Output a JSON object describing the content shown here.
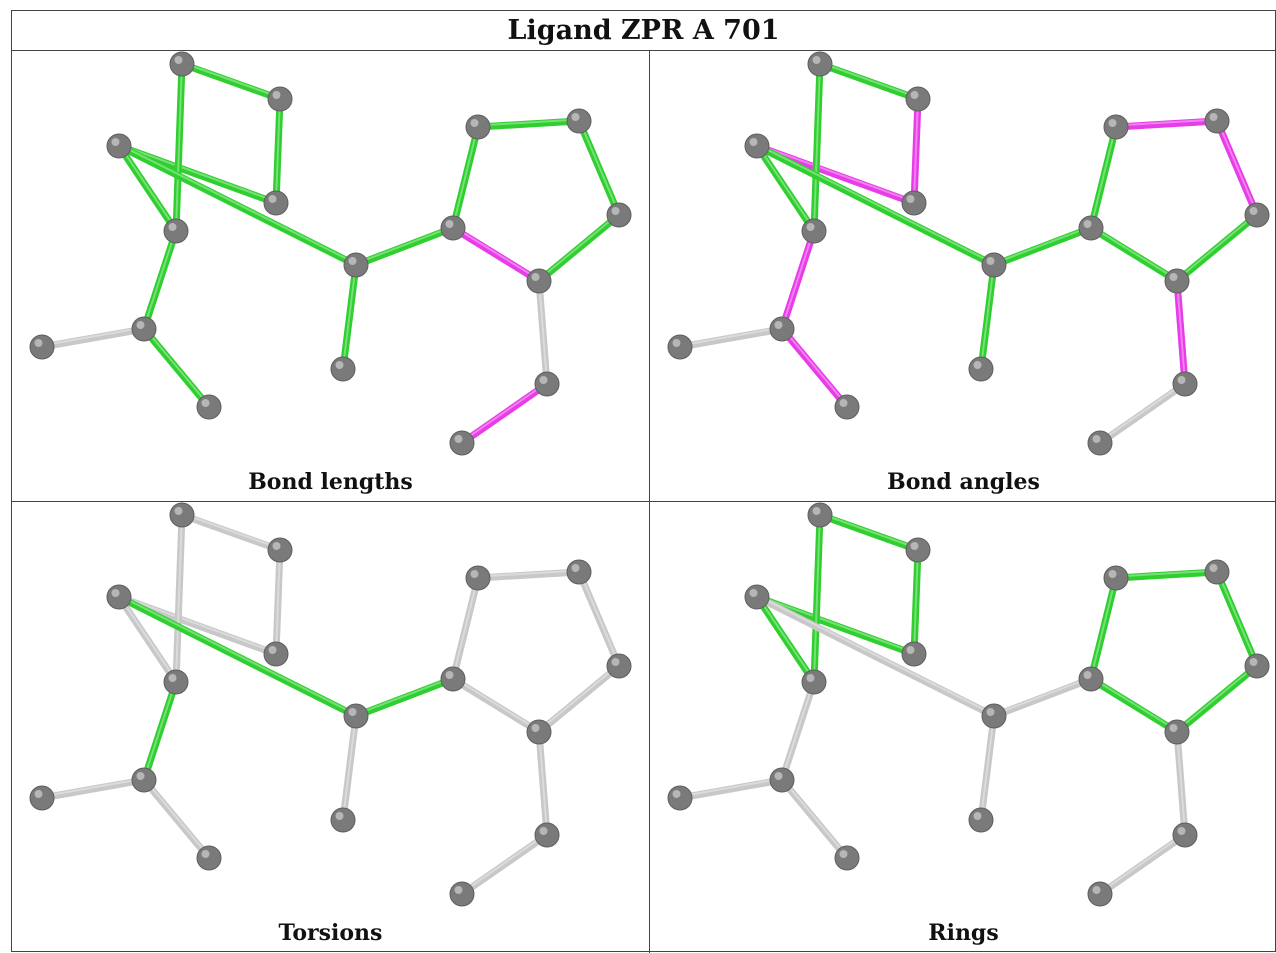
{
  "title": "Ligand ZPR A 701",
  "colors": {
    "ok": "#2fcf2f",
    "outlier": "#e83ce8",
    "neutral": "#c8c8c8",
    "atom": "#7a7a7a"
  },
  "atoms": [
    "a1",
    "a2",
    "a3",
    "a4",
    "a5",
    "a6",
    "a7",
    "a8",
    "a9",
    "a10",
    "a11",
    "a12",
    "a13",
    "a14",
    "a15",
    "a16",
    "a17"
  ],
  "bonds": [
    [
      "a1",
      "a2"
    ],
    [
      "a2",
      "a3"
    ],
    [
      "a3",
      "a5"
    ],
    [
      "a5",
      "a4"
    ],
    [
      "a4",
      "a1"
    ],
    [
      "a4",
      "a6"
    ],
    [
      "a6",
      "a7"
    ],
    [
      "a6",
      "a8"
    ],
    [
      "a5",
      "a9"
    ],
    [
      "a9",
      "a10"
    ],
    [
      "a9",
      "a11"
    ],
    [
      "a11",
      "a12"
    ],
    [
      "a12",
      "a13"
    ],
    [
      "a13",
      "a14"
    ],
    [
      "a14",
      "a15"
    ],
    [
      "a15",
      "a11"
    ],
    [
      "a15",
      "a16"
    ],
    [
      "a16",
      "a17"
    ]
  ],
  "panels": [
    {
      "caption": "Bond lengths",
      "bond_colors": [
        "ok",
        "ok",
        "ok",
        "ok",
        "ok",
        "ok",
        "neutral",
        "ok",
        "ok",
        "ok",
        "ok",
        "ok",
        "ok",
        "ok",
        "ok",
        "outlier",
        "neutral",
        "outlier"
      ]
    },
    {
      "caption": "Bond angles",
      "bond_colors": [
        "ok",
        "outlier",
        "outlier",
        "ok",
        "ok",
        "outlier",
        "neutral",
        "outlier",
        "ok",
        "ok",
        "ok",
        "ok",
        "outlier",
        "outlier",
        "ok",
        "ok",
        "outlier",
        "neutral"
      ]
    },
    {
      "caption": "Torsions",
      "bond_colors": [
        "neutral",
        "neutral",
        "neutral",
        "neutral",
        "neutral",
        "ok",
        "neutral",
        "neutral",
        "ok",
        "neutral",
        "ok",
        "neutral",
        "neutral",
        "neutral",
        "neutral",
        "neutral",
        "neutral",
        "neutral"
      ]
    },
    {
      "caption": "Rings",
      "bond_colors": [
        "ok",
        "ok",
        "ok",
        "ok",
        "ok",
        "neutral",
        "neutral",
        "neutral",
        "neutral",
        "neutral",
        "neutral",
        "ok",
        "ok",
        "ok",
        "ok",
        "ok",
        "neutral",
        "neutral"
      ]
    }
  ]
}
